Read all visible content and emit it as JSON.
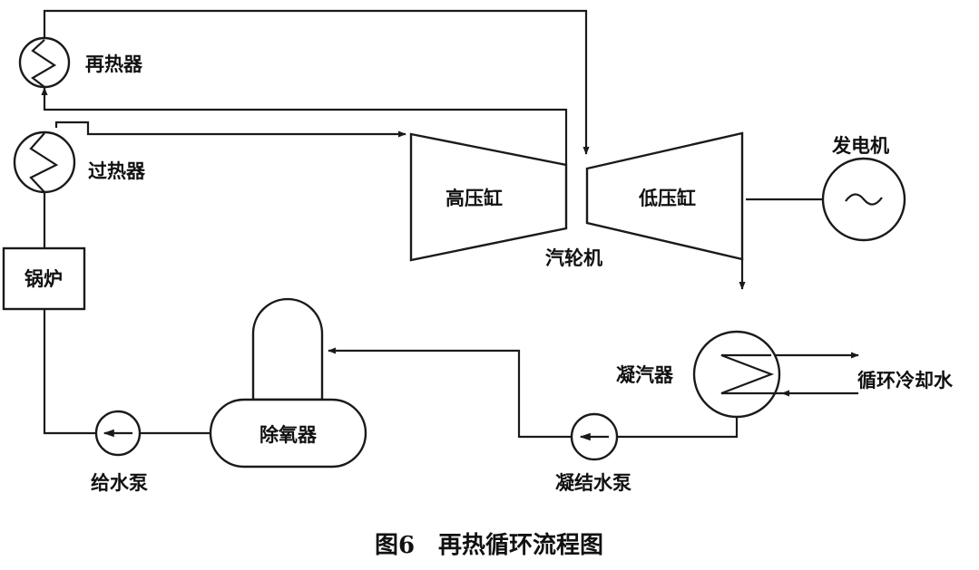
{
  "labels": {
    "reheater": "再热器",
    "superheater": "过热器",
    "boiler": "锅炉",
    "hp_cylinder": "高压缸",
    "lp_cylinder": "低压缸",
    "turbine": "汽轮机",
    "generator": "发电机",
    "condenser": "凝汽器",
    "cooling_water": "循环冷却水",
    "deaerator": "除氧器",
    "feed_pump": "给水泵",
    "condensate_pump": "凝结水泵"
  },
  "figure": {
    "caption": "图6　再热循环流程图"
  },
  "colors": {
    "ink": "#1a1a1a",
    "background": "#ffffff"
  }
}
